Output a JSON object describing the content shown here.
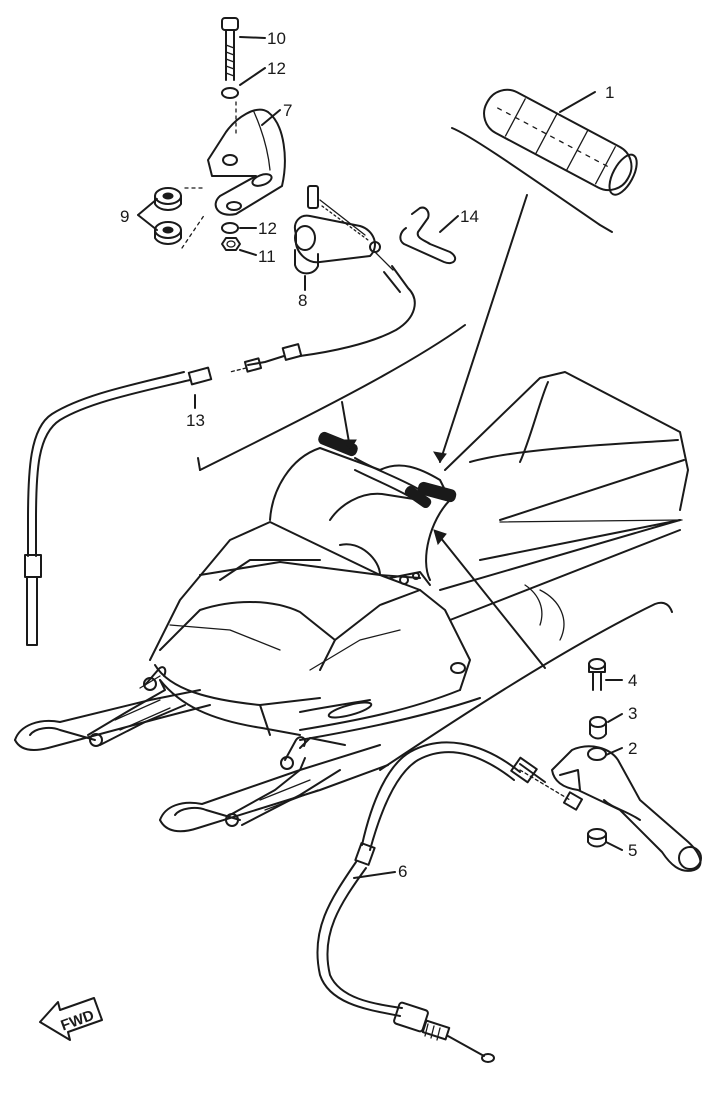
{
  "callouts": {
    "c1": "1",
    "c2": "2",
    "c3": "3",
    "c4": "4",
    "c5": "5",
    "c6": "6",
    "c7": "7",
    "c8": "8",
    "c9": "9",
    "c10": "10",
    "c11": "11",
    "c12a": "12",
    "c12b": "12",
    "c13": "13",
    "c14": "14"
  },
  "direction_marker": {
    "label": "FWD"
  },
  "colors": {
    "ink": "#1a1a1a",
    "paper": "#ffffff"
  }
}
